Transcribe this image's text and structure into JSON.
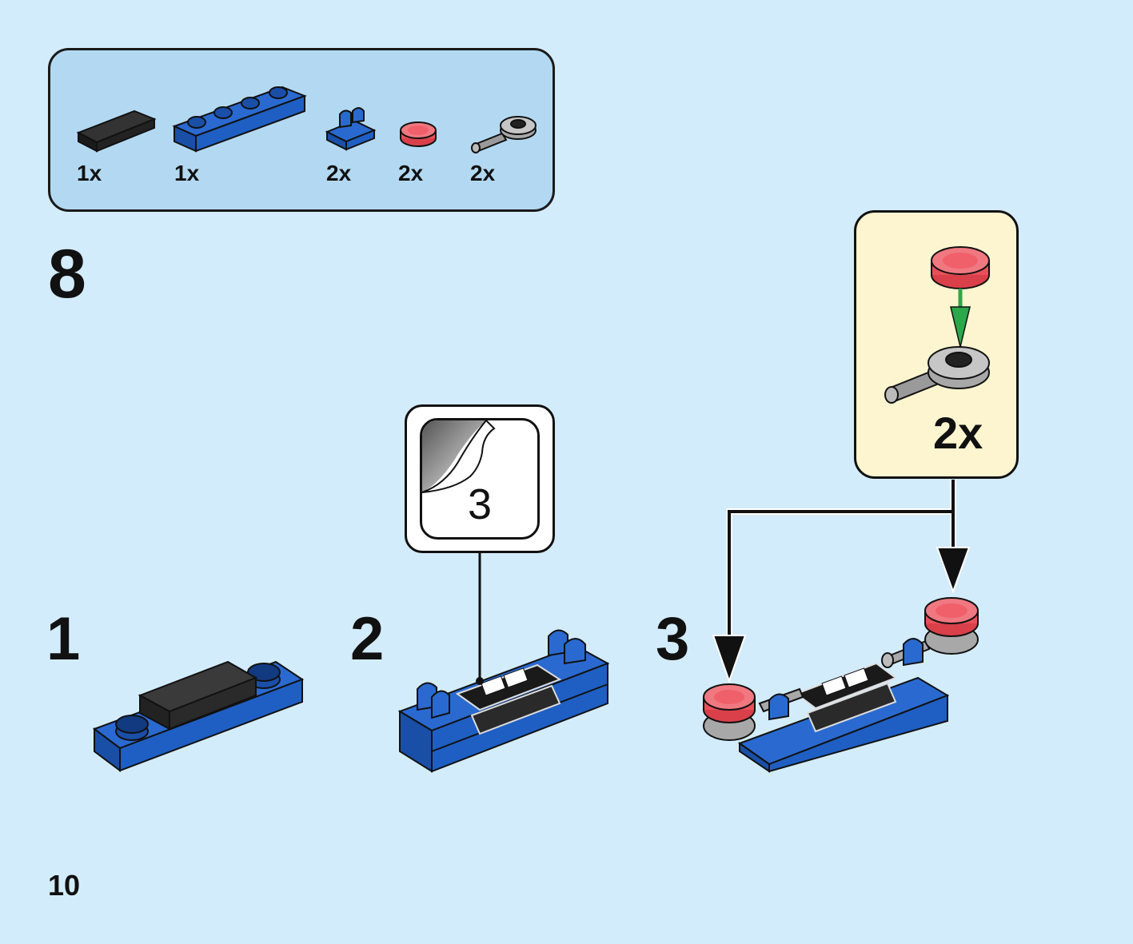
{
  "parts_list": {
    "items": [
      {
        "name": "black-tile-1x3-icon",
        "qty": "1x"
      },
      {
        "name": "blue-plate-1x4-icon",
        "qty": "1x"
      },
      {
        "name": "blue-clip-plate-icon",
        "qty": "2x"
      },
      {
        "name": "red-transparent-round-tile-icon",
        "qty": "2x"
      },
      {
        "name": "grey-bar-holder-icon",
        "qty": "2x"
      }
    ]
  },
  "step": {
    "number": "8",
    "substeps": [
      {
        "number": "1"
      },
      {
        "number": "2"
      },
      {
        "number": "3"
      }
    ]
  },
  "sticker_callout": {
    "number": "3"
  },
  "sub_assembly": {
    "qty": "2x"
  },
  "page": {
    "number": "10"
  },
  "colors": {
    "background": "#d3ecfc",
    "parts_box": "#b3d9f2",
    "sub_callout": "#fdf5cf",
    "lego_blue": "#1f5fc4",
    "trans_red": "#f0606a",
    "grey": "#a8a8a8",
    "arrow_green": "#2aa84a"
  }
}
